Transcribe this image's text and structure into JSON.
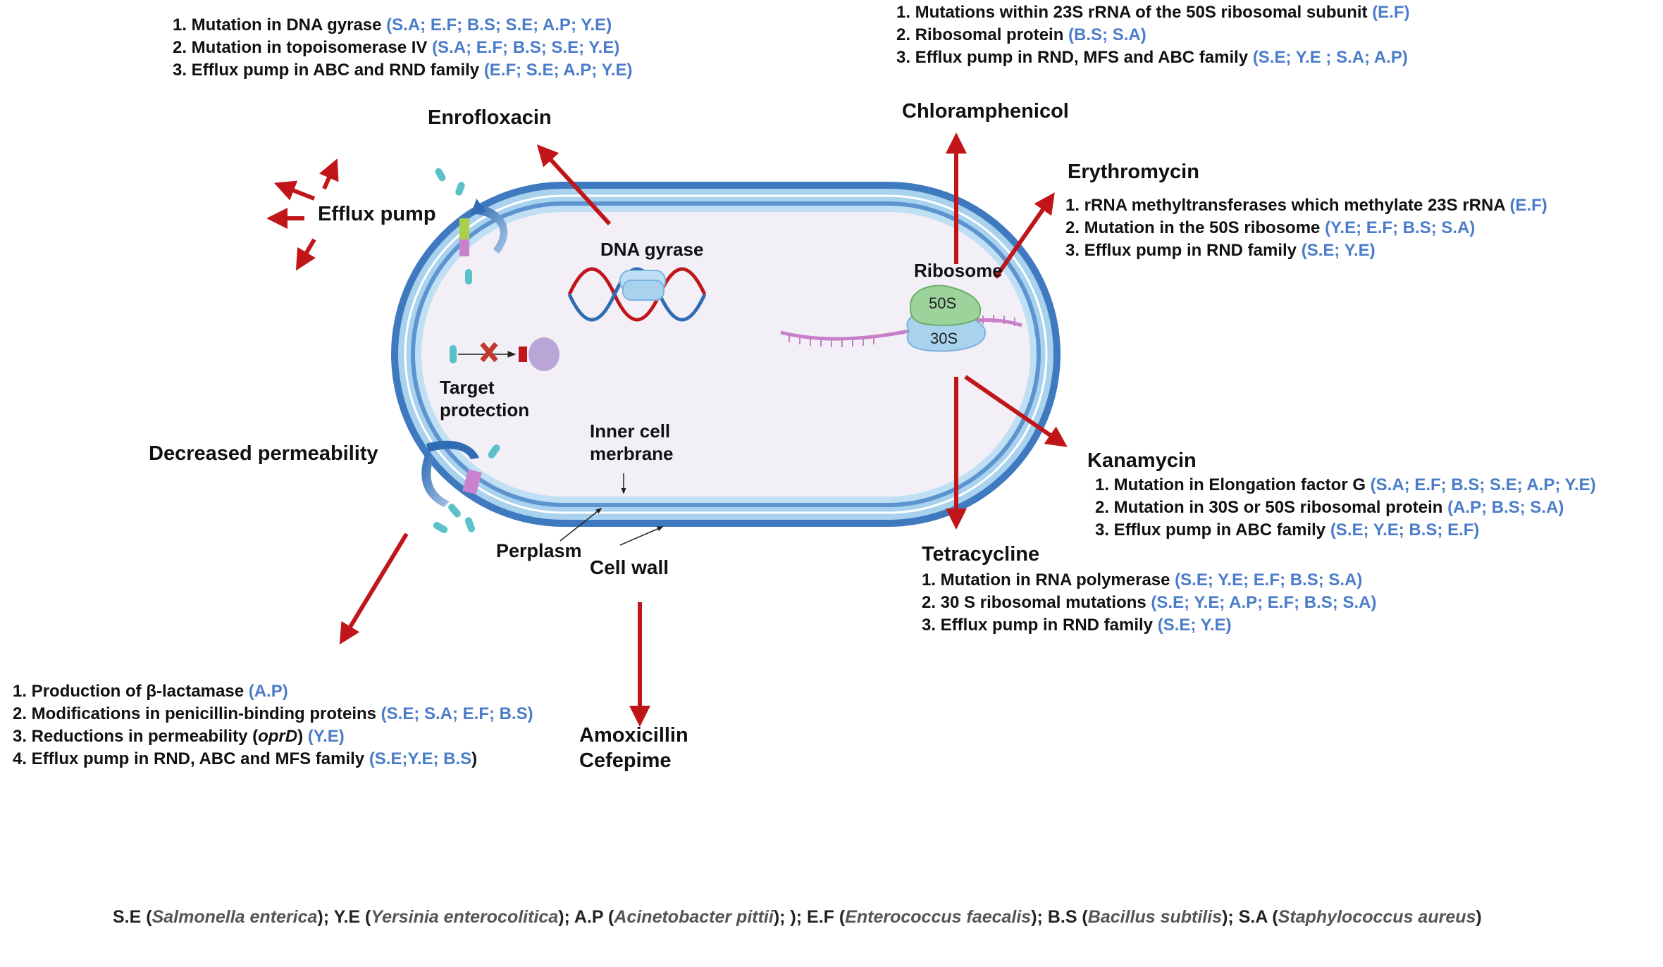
{
  "drugs": {
    "enrofloxacin": {
      "name": "Enrofloxacin",
      "items": [
        {
          "text": "1. Mutation in DNA gyrase ",
          "species": "(S.A; E.F; B.S; S.E; A.P; Y.E)"
        },
        {
          "text": "2. Mutation in topoisomerase IV ",
          "species": "(S.A; E.F; B.S; S.E; Y.E)"
        },
        {
          "text": "3. Efflux pump in ABC and RND family ",
          "species": "(E.F; S.E; A.P; Y.E)"
        }
      ]
    },
    "chloramphenicol": {
      "name": "Chloramphenicol",
      "items": [
        {
          "text": "1. Mutations within 23S rRNA of the 50S ribosomal subunit ",
          "species": "(E.F)"
        },
        {
          "text": "2. Ribosomal protein ",
          "species": "(B.S; S.A)"
        },
        {
          "text": "3. Efflux pump in RND, MFS and ABC family ",
          "species": "(S.E; Y.E ; S.A; A.P)"
        }
      ]
    },
    "erythromycin": {
      "name": "Erythromycin",
      "items": [
        {
          "text": "1. rRNA methyltransferases which methylate 23S rRNA ",
          "species": "(E.F)"
        },
        {
          "text": "2. Mutation in the 50S ribosome ",
          "species": "(Y.E; E.F; B.S; S.A)"
        },
        {
          "text": "3. Efflux pump in RND family ",
          "species": "(S.E; Y.E)"
        }
      ]
    },
    "kanamycin": {
      "name": "Kanamycin",
      "items": [
        {
          "text": "1. Mutation in Elongation factor G ",
          "species": "(S.A; E.F; B.S; S.E; A.P; Y.E)"
        },
        {
          "text": "2. Mutation in 30S or 50S ribosomal protein ",
          "species": "(A.P; B.S; S.A)"
        },
        {
          "text": "3. Efflux pump in ABC family ",
          "species": "(S.E; Y.E; B.S; E.F)"
        }
      ]
    },
    "tetracycline": {
      "name": "Tetracycline",
      "items": [
        {
          "text": "1. Mutation in RNA polymerase ",
          "species": "(S.E; Y.E; E.F; B.S; S.A)"
        },
        {
          "text": "2. 30 S ribosomal mutations ",
          "species": "(S.E; Y.E; A.P; E.F; B.S; S.A)"
        },
        {
          "text": "3. Efflux pump in RND family ",
          "species": "(S.E; Y.E)"
        }
      ]
    },
    "amoxicillin": {
      "name_line1": "Amoxicillin",
      "name_line2": "Cefepime",
      "items": [
        {
          "text": "1. Production of β-lactamase ",
          "species": "(A.P)"
        },
        {
          "text": "2. Modifications in penicillin-binding proteins ",
          "species": "(S.E; S.A; E.F; B.S)"
        },
        {
          "text": "3. Reductions in permeability (",
          "italic": "oprD",
          "text_after": ") ",
          "species": "(Y.E)"
        },
        {
          "text": "4. Efflux pump in RND, ABC and MFS family  ",
          "species": "(S.E;Y.E; B.S",
          "text_end": ")"
        }
      ]
    }
  },
  "cell_labels": {
    "efflux_pump": "Efflux pump",
    "dna_gyrase": "DNA gyrase",
    "ribosome": "Ribosome",
    "subunit_50s": "50S",
    "subunit_30s": "30S",
    "target_protection_line1": "Target",
    "target_protection_line2": "protection",
    "decreased_permeability": "Decreased permeability",
    "inner_membrane_line1": "Inner cell",
    "inner_membrane_line2": "merbrane",
    "periplasm": "Perplasm",
    "cell_wall": "Cell wall"
  },
  "legend": {
    "parts": [
      {
        "abbr": "S.E (",
        "name": "Salmonella enterica",
        "sep": "); "
      },
      {
        "abbr": "Y.E (",
        "name": "Yersinia enterocolitica",
        "sep": "); "
      },
      {
        "abbr": "A.P (",
        "name": "Acinetobacter pittii",
        "sep": "); ); "
      },
      {
        "abbr": "E.F (",
        "name": "Enterococcus faecalis",
        "sep": "); "
      },
      {
        "abbr": "B.S (",
        "name": "Bacillus subtilis",
        "sep": "); "
      },
      {
        "abbr": "S.A (",
        "name": "Staphylococcus aureus",
        "sep": ")"
      }
    ]
  },
  "colors": {
    "arrow": "#c0161a",
    "species": "#4a7cc9",
    "membrane_outer": "#3f79bf",
    "membrane_inner": "#a9d2ee",
    "cytoplasm": "#f3eff7"
  }
}
